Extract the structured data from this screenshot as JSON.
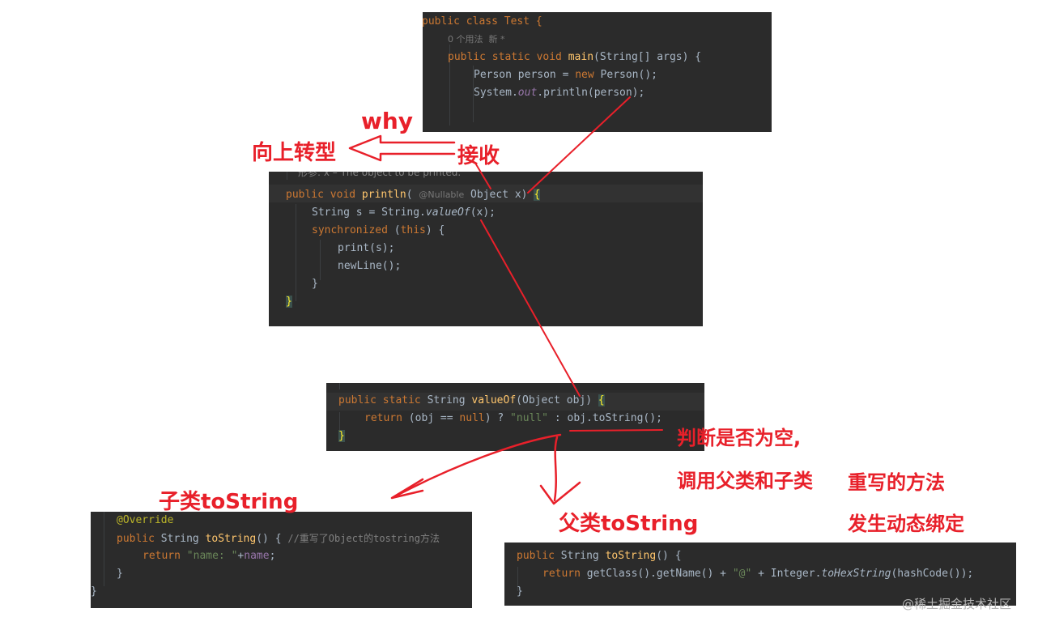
{
  "panel_test": {
    "l1": "public class Test {",
    "hint": "0 个用法  新 *",
    "l2_kw": "public static void",
    "l2_fn": "main",
    "l2_rest": "(String[] args) {",
    "l3_a": "Person person = ",
    "l3_kw": "new",
    "l3_b": " Person();",
    "l4_a": "System.",
    "l4_out": "out",
    "l4_b": ".println(person);"
  },
  "panel_println": {
    "doc": "形参: x – The object to be printed.",
    "l1_kw": "public void",
    "l1_fn": "println",
    "l1_open": "(",
    "l1_hint": "@Nullable",
    "l1_rest": " Object x) ",
    "l1_brace": "{",
    "l2_a": "String s = String.",
    "l2_it": "valueOf",
    "l2_b": "(x);",
    "l3_kw": "synchronized",
    "l3_a": " (",
    "l3_this": "this",
    "l3_b": ") {",
    "l4": "print(s);",
    "l5": "newLine();",
    "l6": "}",
    "l7": "}"
  },
  "panel_valueof": {
    "l1_kw": "public static",
    "l1_a": " String ",
    "l1_fn": "valueOf",
    "l1_b": "(Object obj) ",
    "l1_brace": "{",
    "l2_kw": "return",
    "l2_a": " (obj == ",
    "l2_null": "null",
    "l2_b": ") ? ",
    "l2_str": "\"null\"",
    "l2_c": " : obj.toString();",
    "l3": "}"
  },
  "panel_child": {
    "l1": "@Override",
    "l2_kw": "public",
    "l2_a": " String ",
    "l2_fn": "toString",
    "l2_b": "() { ",
    "l2_cmt": "//重写了Object的tostring方法",
    "l3_kw": "return",
    "l3_str": " \"name: \"",
    "l3_a": "+",
    "l3_name": "name",
    "l3_b": ";",
    "l4": "}",
    "l5": "}"
  },
  "panel_parent": {
    "l1_kw": "public",
    "l1_a": " String ",
    "l1_fn": "toString",
    "l1_b": "() {",
    "l2_kw": "return",
    "l2_a": " getClass().getName() + ",
    "l2_str": "\"@\"",
    "l2_b": " + Integer.",
    "l2_it": "toHexString",
    "l2_c": "(hashCode());",
    "l3": "}"
  },
  "annotations": {
    "why": "why",
    "upcast": "向上转型",
    "receive": "接收",
    "check_null": "判断是否为空,",
    "call_methods": "调用父类和子类",
    "override_methods": "重写的方法",
    "dynamic_binding": "发生动态绑定",
    "child_tostring": "子类toString",
    "parent_tostring": "父类toString"
  },
  "watermark": "@稀土掘金技术社区",
  "colors": {
    "panel_bg": "#2b2b2b",
    "annotation_red": "#e8202a",
    "keyword": "#cc7832",
    "function": "#ffc66d",
    "string": "#6a8759"
  }
}
